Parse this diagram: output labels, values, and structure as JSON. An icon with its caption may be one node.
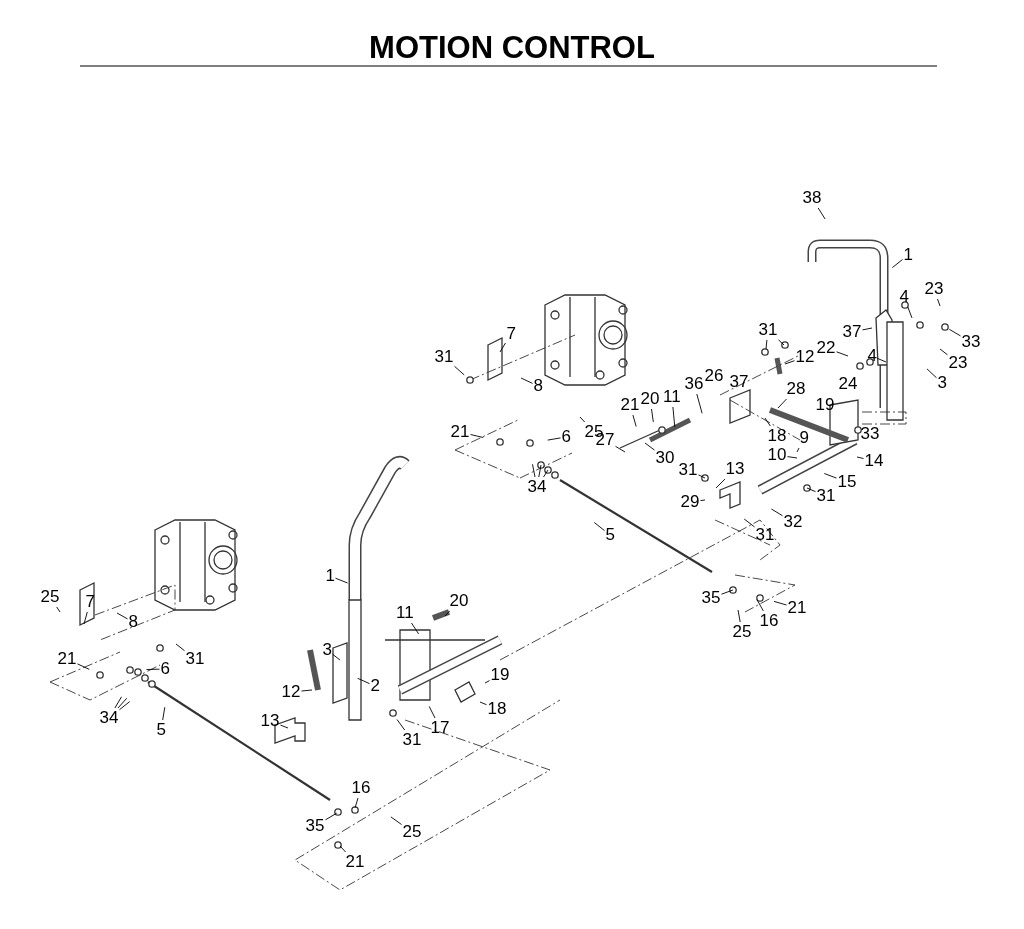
{
  "diagram": {
    "title": "MOTION CONTROL",
    "nodes": [
      {
        "text": [
          "38"
        ]
      },
      {
        "text": [
          "1"
        ]
      },
      {
        "text": [
          "23"
        ]
      },
      {
        "text": [
          "4"
        ]
      },
      {
        "text": [
          "31"
        ]
      },
      {
        "text": [
          "37"
        ]
      },
      {
        "text": [
          "33"
        ]
      },
      {
        "text": [
          "12"
        ]
      },
      {
        "text": [
          "22"
        ]
      },
      {
        "text": [
          "4"
        ]
      },
      {
        "text": [
          "23"
        ]
      },
      {
        "text": [
          "3"
        ]
      },
      {
        "text": [
          "36"
        ]
      },
      {
        "text": [
          "28"
        ]
      },
      {
        "text": [
          "20"
        ]
      },
      {
        "text": [
          "11"
        ]
      },
      {
        "text": [
          "21"
        ]
      },
      {
        "text": [
          "27"
        ]
      },
      {
        "text": [
          "30"
        ]
      },
      {
        "text": [
          "18"
        ]
      },
      {
        "text": [
          "9"
        ]
      },
      {
        "text": [
          "10"
        ]
      },
      {
        "text": [
          "14"
        ]
      },
      {
        "text": [
          "15"
        ]
      },
      {
        "text": [
          "31"
        ]
      },
      {
        "text": [
          "13"
        ]
      },
      {
        "text": [
          "31"
        ]
      },
      {
        "text": [
          "29"
        ]
      },
      {
        "text": [
          "32"
        ]
      },
      {
        "text": [
          "31"
        ]
      },
      {
        "text": [
          "7"
        ]
      },
      {
        "text": [
          "31"
        ]
      },
      {
        "text": [
          "8"
        ]
      },
      {
        "text": [
          "25"
        ]
      },
      {
        "text": [
          "21"
        ]
      },
      {
        "text": [
          "6"
        ]
      },
      {
        "text": [
          "34"
        ]
      },
      {
        "text": [
          "5"
        ]
      },
      {
        "text": [
          "35"
        ]
      },
      {
        "text": [
          "21"
        ]
      },
      {
        "text": [
          "16"
        ]
      },
      {
        "text": [
          "25"
        ]
      },
      {
        "text": [
          "7"
        ]
      },
      {
        "text": [
          "25"
        ]
      },
      {
        "text": [
          "8"
        ]
      },
      {
        "text": [
          "31"
        ]
      },
      {
        "text": [
          "21"
        ]
      },
      {
        "text": [
          "6"
        ]
      },
      {
        "text": [
          "34"
        ]
      },
      {
        "text": [
          "5"
        ]
      },
      {
        "text": [
          "1"
        ]
      },
      {
        "text": [
          "11"
        ]
      },
      {
        "text": [
          "20"
        ]
      },
      {
        "text": [
          "3"
        ]
      },
      {
        "text": [
          "2"
        ]
      },
      {
        "text": [
          "12"
        ]
      },
      {
        "text": [
          "19"
        ]
      },
      {
        "text": [
          "18"
        ]
      },
      {
        "text": [
          "13"
        ]
      },
      {
        "text": [
          "31"
        ]
      },
      {
        "text": [
          "17"
        ]
      },
      {
        "text": [
          "16"
        ]
      },
      {
        "text": [
          "25"
        ]
      },
      {
        "text": [
          "35"
        ]
      },
      {
        "text": [
          "21"
        ]
      }
    ],
    "edges": [
      {
        "from": 0,
        "to": null,
        "arrow": "none"
      },
      {
        "from": 1,
        "to": null,
        "arrow": "none"
      },
      {
        "from": 2,
        "to": null,
        "arrow": "none"
      },
      {
        "from": 3,
        "to": null,
        "arrow": "none"
      },
      {
        "from": 4,
        "to": null,
        "arrow": "none"
      },
      {
        "from": 4,
        "to": null,
        "arrow": "none"
      },
      {
        "from": 5,
        "to": null,
        "arrow": "none"
      },
      {
        "from": 6,
        "to": null,
        "arrow": "none"
      },
      {
        "from": 7,
        "to": null,
        "arrow": "none"
      },
      {
        "from": 8,
        "to": null,
        "arrow": "none"
      },
      {
        "from": 9,
        "to": null,
        "arrow": "none"
      },
      {
        "from": 10,
        "to": null,
        "arrow": "none"
      },
      {
        "from": 11,
        "to": null,
        "arrow": "none"
      },
      {
        "from": 12,
        "to": null,
        "arrow": "none"
      },
      {
        "from": 13,
        "to": null,
        "arrow": "none"
      },
      {
        "from": 14,
        "to": null,
        "arrow": "none"
      },
      {
        "from": 15,
        "to": null,
        "arrow": "none"
      },
      {
        "from": 16,
        "to": null,
        "arrow": "none"
      },
      {
        "from": 17,
        "to": null,
        "arrow": "none"
      },
      {
        "from": 18,
        "to": null,
        "arrow": "none"
      },
      {
        "from": 19,
        "to": null,
        "arrow": "none"
      },
      {
        "from": 20,
        "to": null,
        "arrow": "none"
      },
      {
        "from": 21,
        "to": null,
        "arrow": "none"
      },
      {
        "from": 22,
        "to": null,
        "arrow": "none"
      },
      {
        "from": 23,
        "to": null,
        "arrow": "none"
      },
      {
        "from": 24,
        "to": null,
        "arrow": "none"
      },
      {
        "from": 25,
        "to": null,
        "arrow": "none"
      },
      {
        "from": 26,
        "to": null,
        "arrow": "none"
      },
      {
        "from": 27,
        "to": null,
        "arrow": "none"
      },
      {
        "from": 28,
        "to": null,
        "arrow": "none"
      },
      {
        "from": 29,
        "to": null,
        "arrow": "none"
      },
      {
        "from": 30,
        "to": null,
        "arrow": "none"
      },
      {
        "from": 31,
        "to": null,
        "arrow": "none"
      },
      {
        "from": 32,
        "to": null,
        "arrow": "none"
      },
      {
        "from": 33,
        "to": null,
        "arrow": "none"
      },
      {
        "from": 34,
        "to": null,
        "arrow": "none"
      },
      {
        "from": 35,
        "to": null,
        "arrow": "none"
      },
      {
        "from": 36,
        "to": null,
        "arrow": "none"
      },
      {
        "from": 36,
        "to": null,
        "arrow": "none"
      },
      {
        "from": 36,
        "to": null,
        "arrow": "none"
      },
      {
        "from": 37,
        "to": null,
        "arrow": "none"
      },
      {
        "from": 38,
        "to": null,
        "arrow": "none"
      },
      {
        "from": 39,
        "to": null,
        "arrow": "none"
      },
      {
        "from": 40,
        "to": null,
        "arrow": "none"
      },
      {
        "from": 41,
        "to": null,
        "arrow": "none"
      },
      {
        "from": 42,
        "to": null,
        "arrow": "none"
      },
      {
        "from": 43,
        "to": null,
        "arrow": "none"
      },
      {
        "from": 44,
        "to": null,
        "arrow": "none"
      },
      {
        "from": 45,
        "to": null,
        "arrow": "none"
      },
      {
        "from": 46,
        "to": null,
        "arrow": "none"
      },
      {
        "from": 47,
        "to": null,
        "arrow": "none"
      },
      {
        "from": 48,
        "to": null,
        "arrow": "none"
      },
      {
        "from": 48,
        "to": null,
        "arrow": "none"
      },
      {
        "from": 48,
        "to": null,
        "arrow": "none"
      },
      {
        "from": 49,
        "to": null,
        "arrow": "none"
      },
      {
        "from": 50,
        "to": null,
        "arrow": "none"
      },
      {
        "from": 51,
        "to": null,
        "arrow": "none"
      },
      {
        "from": 52,
        "to": null,
        "arrow": "none"
      },
      {
        "from": 53,
        "to": null,
        "arrow": "none"
      },
      {
        "from": 54,
        "to": null,
        "arrow": "none"
      },
      {
        "from": 55,
        "to": null,
        "arrow": "none"
      },
      {
        "from": 56,
        "to": null,
        "arrow": "none"
      },
      {
        "from": 57,
        "to": null,
        "arrow": "none"
      },
      {
        "from": 58,
        "to": null,
        "arrow": "none"
      },
      {
        "from": 59,
        "to": null,
        "arrow": "none"
      },
      {
        "from": 60,
        "to": null,
        "arrow": "none"
      },
      {
        "from": 61,
        "to": null,
        "arrow": "none"
      },
      {
        "from": 62,
        "to": null,
        "arrow": "none"
      },
      {
        "from": 63,
        "to": null,
        "arrow": "none"
      },
      {
        "from": 64,
        "to": null,
        "arrow": "none"
      }
    ],
    "labels": [
      "26",
      "37",
      "24",
      "19",
      "33"
    ]
  }
}
